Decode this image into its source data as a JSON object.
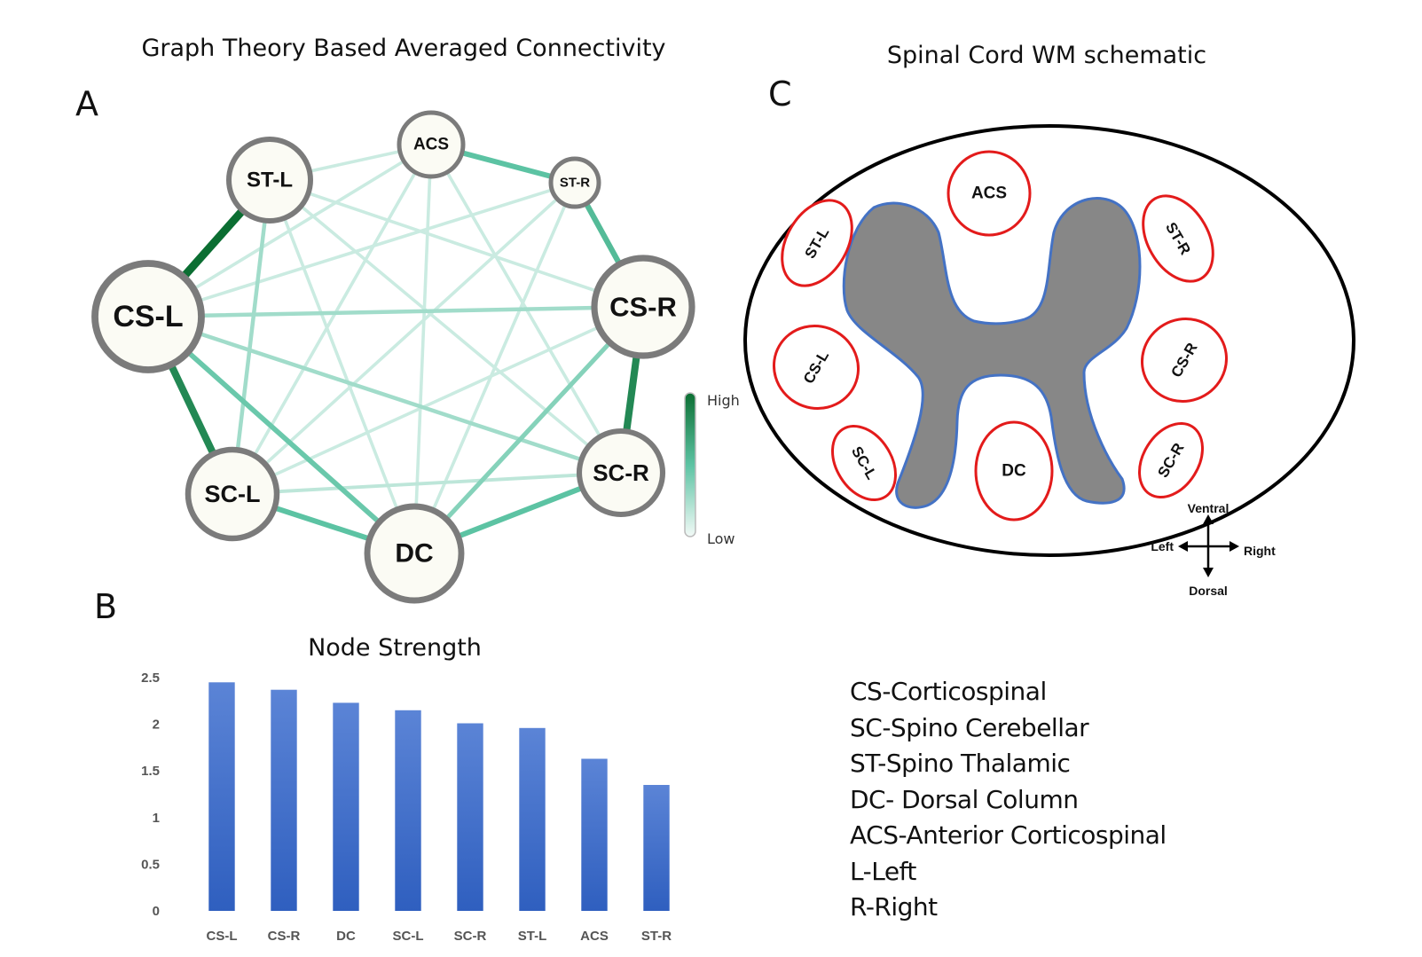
{
  "panel_a": {
    "label": "A",
    "title": "Graph Theory Based Averaged Connectivity",
    "nodes": [
      {
        "id": "ACS",
        "label": "ACS"
      },
      {
        "id": "ST-R",
        "label": "ST-R"
      },
      {
        "id": "CS-R",
        "label": "CS-R"
      },
      {
        "id": "SC-R",
        "label": "SC-R"
      },
      {
        "id": "DC",
        "label": "DC"
      },
      {
        "id": "SC-L",
        "label": "SC-L"
      },
      {
        "id": "CS-L",
        "label": "CS-L"
      },
      {
        "id": "ST-L",
        "label": "ST-L"
      }
    ],
    "edges": [
      {
        "source": "ST-L",
        "target": "CS-L",
        "weight": 1.0
      },
      {
        "source": "CS-R",
        "target": "SC-R",
        "weight": 0.85
      },
      {
        "source": "CS-L",
        "target": "SC-L",
        "weight": 0.85
      },
      {
        "source": "ACS",
        "target": "ST-R",
        "weight": 0.5
      },
      {
        "source": "ST-R",
        "target": "CS-R",
        "weight": 0.55
      },
      {
        "source": "SC-L",
        "target": "DC",
        "weight": 0.5
      },
      {
        "source": "DC",
        "target": "SC-R",
        "weight": 0.5
      },
      {
        "source": "CS-L",
        "target": "DC",
        "weight": 0.45
      },
      {
        "source": "CS-R",
        "target": "DC",
        "weight": 0.35
      },
      {
        "source": "CS-L",
        "target": "CS-R",
        "weight": 0.25
      },
      {
        "source": "CS-L",
        "target": "SC-R",
        "weight": 0.25
      },
      {
        "source": "ST-L",
        "target": "SC-L",
        "weight": 0.25
      },
      {
        "source": "SC-L",
        "target": "SC-R",
        "weight": 0.15
      },
      {
        "source": "ST-L",
        "target": "ACS",
        "weight": 0.1
      },
      {
        "source": "ST-L",
        "target": "CS-R",
        "weight": 0.1
      },
      {
        "source": "ST-L",
        "target": "SC-R",
        "weight": 0.1
      },
      {
        "source": "ST-L",
        "target": "DC",
        "weight": 0.1
      },
      {
        "source": "ACS",
        "target": "CS-L",
        "weight": 0.1
      },
      {
        "source": "ACS",
        "target": "SC-L",
        "weight": 0.1
      },
      {
        "source": "ACS",
        "target": "DC",
        "weight": 0.1
      },
      {
        "source": "ACS",
        "target": "SC-R",
        "weight": 0.1
      },
      {
        "source": "ST-R",
        "target": "CS-L",
        "weight": 0.1
      },
      {
        "source": "ST-R",
        "target": "SC-L",
        "weight": 0.1
      },
      {
        "source": "ST-R",
        "target": "DC",
        "weight": 0.1
      },
      {
        "source": "CS-R",
        "target": "SC-L",
        "weight": 0.1
      }
    ],
    "colorbar": {
      "high_label": "High",
      "low_label": "Low",
      "high_color": "#0b6e32",
      "low_color": "#f2faf7"
    }
  },
  "panel_b": {
    "label": "B",
    "chart_data": {
      "type": "bar",
      "title": "Node Strength",
      "categories": [
        "CS-L",
        "CS-R",
        "DC",
        "SC-L",
        "SC-R",
        "ST-L",
        "ACS",
        "ST-R"
      ],
      "values": [
        2.45,
        2.37,
        2.23,
        2.15,
        2.01,
        1.96,
        1.63,
        1.35
      ],
      "ylim": [
        0,
        2.5
      ],
      "yticks": [
        "0",
        "0.5",
        "1",
        "1.5",
        "2",
        "2.5"
      ],
      "xlabel": "",
      "ylabel": "",
      "grid": false,
      "bar_color_top": "#5b84d6",
      "bar_color_bottom": "#2f5fbf"
    }
  },
  "panel_c": {
    "label": "C",
    "title": "Spinal Cord WM schematic",
    "tracts": [
      "ACS",
      "ST-L",
      "ST-R",
      "CS-L",
      "CS-R",
      "SC-L",
      "SC-R",
      "DC"
    ],
    "orientation": {
      "ventral": "Ventral",
      "dorsal": "Dorsal",
      "left": "Left",
      "right": "Right"
    }
  },
  "legend": [
    "CS-Corticospinal",
    "SC-Spino Cerebellar",
    "ST-Spino Thalamic",
    "DC- Dorsal Column",
    "ACS-Anterior Corticospinal",
    "L-Left",
    "R-Right"
  ]
}
